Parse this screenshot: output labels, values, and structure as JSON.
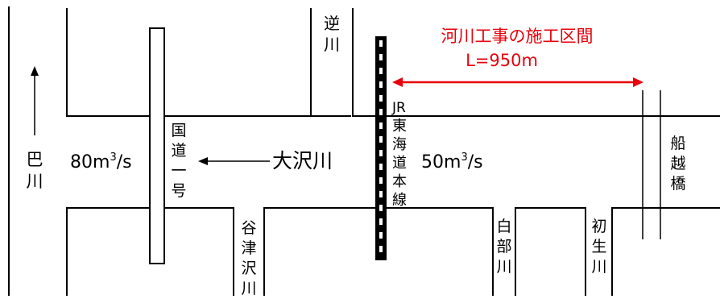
{
  "labels": {
    "tomoe_river": [
      "巴",
      "川"
    ],
    "flow_west": "80m",
    "flow_west_exp": "3",
    "flow_west_unit": "/s",
    "national_route": [
      "国",
      "道",
      "一",
      "号"
    ],
    "osawa_river": "大沢川",
    "flow_east": "50m",
    "flow_east_exp": "3",
    "flow_east_unit": "/s",
    "jr_line": [
      "JR",
      "東",
      "海",
      "道",
      "本",
      "線"
    ],
    "saka_river": [
      "逆",
      "川"
    ],
    "yatsusawa_river": [
      "谷",
      "津",
      "沢",
      "川"
    ],
    "shirabe_river": [
      "白",
      "部",
      "川"
    ],
    "hatsuo_river": [
      "初",
      "生",
      "川"
    ],
    "funakoshi_bridge": [
      "船",
      "越",
      "橋"
    ],
    "works_title": "河川工事の施工区間",
    "works_length": "L=950m"
  },
  "colors": {
    "line": "#000000",
    "highlight": "#e8000b",
    "background": "#ffffff"
  }
}
